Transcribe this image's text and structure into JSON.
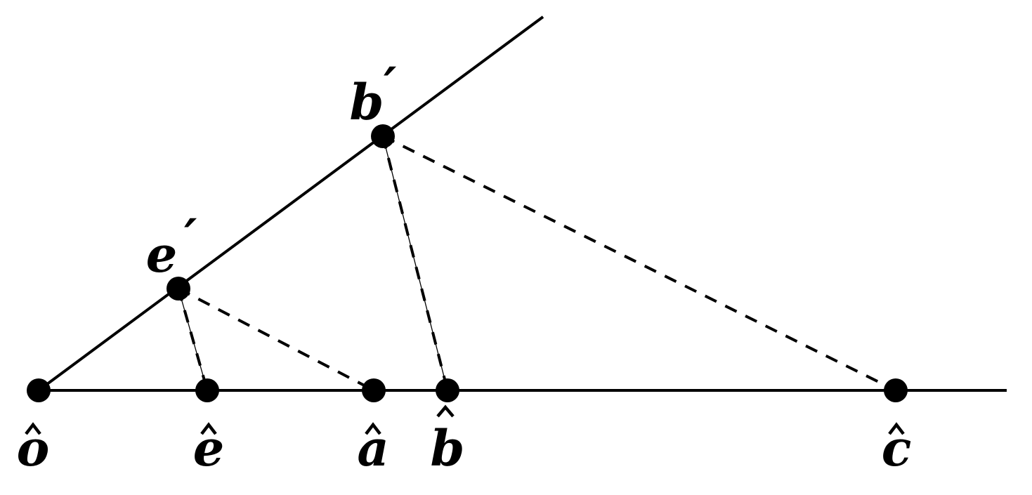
{
  "diagram": {
    "points": {
      "o_hat": {
        "letter": "o"
      },
      "e_hat": {
        "letter": "e"
      },
      "a_hat": {
        "letter": "a"
      },
      "b_hat": {
        "letter": "b"
      },
      "c_hat": {
        "letter": "c"
      },
      "e_prime": {
        "letter": "e",
        "mark": "′"
      },
      "b_prime": {
        "letter": "b",
        "mark": "′"
      }
    },
    "colors": {
      "ink": "#000000",
      "background": "#ffffff"
    }
  }
}
